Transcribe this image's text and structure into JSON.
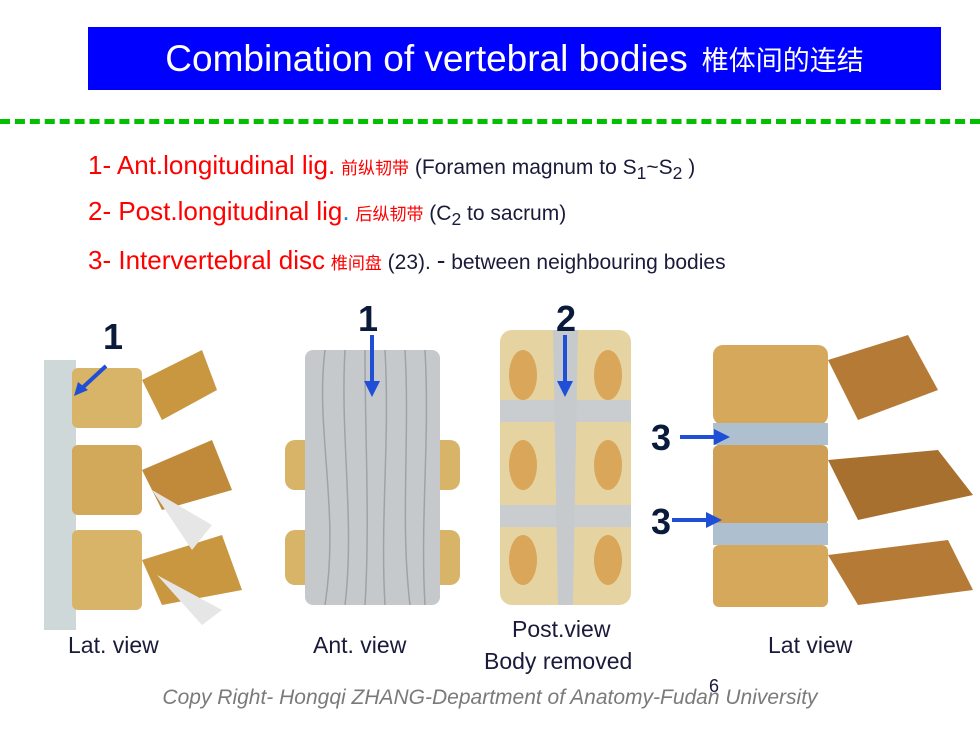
{
  "title": {
    "en": "Combination of vertebral bodies",
    "zh": "椎体间的连结"
  },
  "items": [
    {
      "en": "1- Ant.longitudinal lig",
      "dot": ".",
      "zh": "前纵韧带",
      "note_pre": " (Foramen magnum to S",
      "s1": "1",
      "tilde": "~S",
      "s2": "2",
      "note_post": " )"
    },
    {
      "en": "2- Post.longitudinal lig",
      "dot": ".",
      "zh": "后纵韧带",
      "note_pre": " (C",
      "sub": "2",
      "note_post": "  to sacrum)"
    },
    {
      "en": "3- Intervertebral disc",
      "zh": "椎间盘",
      "note_pre": " (23). ",
      "dash": "-",
      "note_post": " between neighbouring bodies"
    }
  ],
  "figures": [
    {
      "marker": "1",
      "caption": "Lat. view"
    },
    {
      "marker": "1",
      "caption": "Ant. view"
    },
    {
      "marker": "2",
      "caption_line1": "Post.view",
      "caption_line2": "Body removed"
    },
    {
      "markers": [
        "3",
        "3"
      ],
      "caption": "Lat view"
    }
  ],
  "page_number": "6",
  "footer": "Copy Right- Hongqi ZHANG-Department of Anatomy-Fudan University",
  "colors": {
    "title_bg": "#0000ff",
    "accent_red": "#ff0000",
    "divider": "#00c000",
    "arrow": "#1f4fd6"
  }
}
